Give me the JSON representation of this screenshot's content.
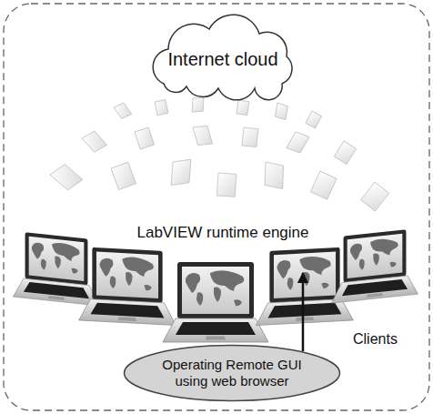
{
  "diagram": {
    "nodes": [
      {
        "text": [
          "Internet cloud"
        ]
      },
      {
        "text": [
          "Operating Remote GUI using web browser"
        ]
      }
    ],
    "labels": [
      "LabVIEW runtime engine",
      "Clients"
    ]
  }
}
